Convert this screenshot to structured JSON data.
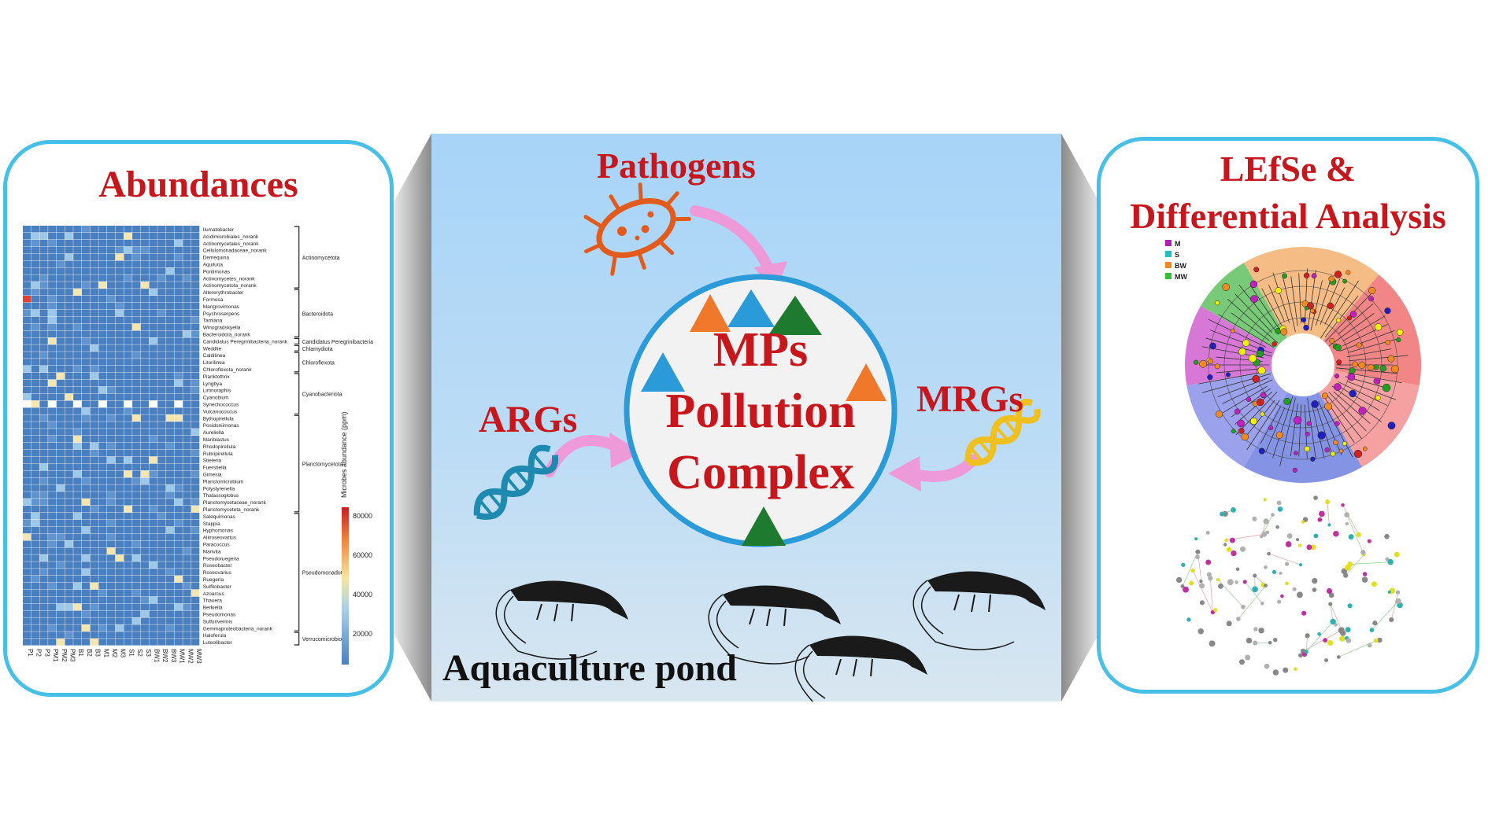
{
  "left_panel": {
    "title": "Abundances",
    "heatmap": {
      "genera": [
        "Ilumatobacter",
        "Acidimicrobiales_norank",
        "Actinomycetales_norank",
        "Cellulomonadaceae_norank",
        "Demequina",
        "Aquiluna",
        "Pontimonas",
        "Actinomycetes_norank",
        "Actinomycetota_norank",
        "Altererythrobacter",
        "Formosa",
        "Mangrovimonas",
        "Psychroserpens",
        "Tamlana",
        "Winogradskyella",
        "Bacteroidota_norank",
        "Candidatus Peregrinibacteria_norank",
        "Weddlie",
        "Caldilinea",
        "Litorilinea",
        "Chloroflexota_norank",
        "Planktothrix",
        "Lyngbya",
        "Limnoraphis",
        "Cyanobium",
        "Synechococcus",
        "Vulcanococcus",
        "Bythopirellula",
        "Posidoniimonas",
        "Aureliella",
        "Maribiastus",
        "Rhodopirellula",
        "Rubripirellula",
        "Stieleria",
        "Fuerstiella",
        "Gimesia",
        "Planctomicrobium",
        "Polystyrenella",
        "Thalassoglobus",
        "Planctomycetaceae_norank",
        "Planctomycetota_norank",
        "Salequimonas",
        "Stappia",
        "Hyphomonas",
        "Aliiroseovarius",
        "Paracoccus",
        "Marivita",
        "Pseudoruegeria",
        "Roseobacter",
        "Roseovarius",
        "Ruegeria",
        "Sulfitobacter",
        "Azoarcus",
        "Thauera",
        "Berkiella",
        "Pseudomonas",
        "Sulfurivermis",
        "Gemmaproteobacteria_norank",
        "Haloferula",
        "Luteolibacter"
      ],
      "phyla": [
        "Actinomycetota",
        "Bacteroidota",
        "Candidatus Peregrinibacteria",
        "Chlamydiota",
        "Chloroflexota",
        "Cyanobacteriota",
        "Planctomycetota",
        "Pseudomonadota",
        "Verrucomicrobiota"
      ],
      "samples": [
        "P1",
        "P2",
        "P3",
        "PM1",
        "PM2",
        "PM3",
        "B1",
        "B2",
        "B3",
        "M1",
        "M2",
        "M3",
        "S1",
        "S2",
        "S3",
        "BW1",
        "BW2",
        "BW3",
        "MW1",
        "MW2",
        "MW3"
      ],
      "colorbar_label": "Microbes abundance (ppm)",
      "colorbar_ticks": [
        "80000",
        "60000",
        "40000",
        "20000"
      ]
    }
  },
  "center_panel": {
    "pathogens_label": "Pathogens",
    "args_label": "ARGs",
    "mrgs_label": "MRGs",
    "circle_line1": "MPs",
    "circle_line2": "Pollution",
    "circle_line3": "Complex",
    "footer_label": "Aquaculture pond"
  },
  "right_panel": {
    "title_line1": "LEfSe &",
    "title_line2": "Differential Analysis",
    "legend": [
      {
        "label": "M",
        "color": "#b020b0"
      },
      {
        "label": "S",
        "color": "#20c0c0"
      },
      {
        "label": "BW",
        "color": "#f08a20"
      },
      {
        "label": "MW",
        "color": "#30c030"
      }
    ]
  },
  "colors": {
    "title_red": "#c8161d",
    "panel_border": "#46c0e6",
    "triangle_orange": "#f0782a",
    "triangle_blue": "#2a9ad8",
    "triangle_green": "#1e7a2e",
    "arrow_pink": "#ee9ad8"
  }
}
